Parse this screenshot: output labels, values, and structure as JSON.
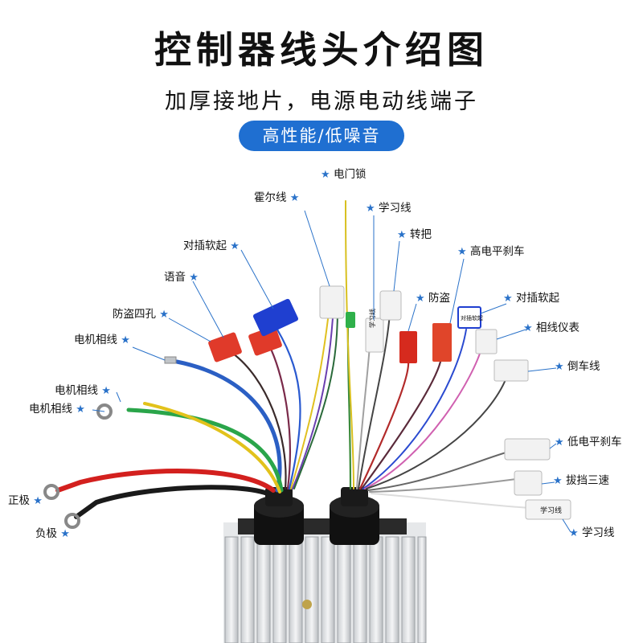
{
  "title": "控制器线头介绍图",
  "subtitle": "加厚接地片，电源电动线端子",
  "badge": "高性能/低噪音",
  "star_color": "#2a72c9",
  "labels": {
    "door_lock": "电门锁",
    "hall_wire": "霍尔线",
    "learn_wire_top": "学习线",
    "throttle": "转把",
    "soft_start_left": "对插软起",
    "high_brake": "高电平刹车",
    "voice": "语音",
    "anti_theft_right": "防盗",
    "soft_start_right": "对插软起",
    "anti_theft_4hole": "防盗四孔",
    "phase_meter": "相线仪表",
    "motor_phase_1": "电机相线",
    "reverse_wire": "倒车线",
    "motor_phase_2": "电机相线",
    "motor_phase_3": "电机相线",
    "low_brake": "低电平刹车",
    "three_speed": "拔挡三速",
    "positive": "正极",
    "learn_wire_bottom": "学习线",
    "negative": "负极"
  },
  "connector_text": {
    "learn_tag": "学习线",
    "soft_tag": "对插软起"
  }
}
